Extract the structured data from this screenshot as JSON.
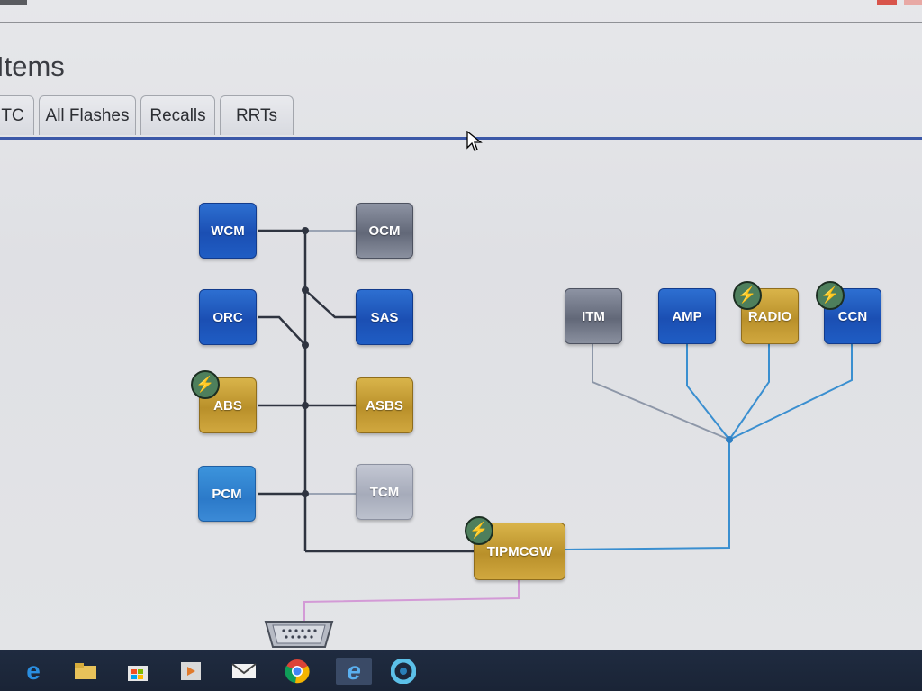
{
  "page": {
    "title": "Items",
    "tabs": [
      {
        "label": "TC"
      },
      {
        "label": "All Flashes"
      },
      {
        "label": "Recalls"
      },
      {
        "label": "RRTs"
      }
    ]
  },
  "modules": {
    "wcm": {
      "label": "WCM",
      "flash": false
    },
    "ocm": {
      "label": "OCM",
      "flash": false
    },
    "orc": {
      "label": "ORC",
      "flash": false
    },
    "sas": {
      "label": "SAS",
      "flash": false
    },
    "abs": {
      "label": "ABS",
      "flash": true
    },
    "asbs": {
      "label": "ASBS",
      "flash": false
    },
    "pcm": {
      "label": "PCM",
      "flash": false
    },
    "tcm": {
      "label": "TCM",
      "flash": false
    },
    "tipmcgw": {
      "label": "TIPMCGW",
      "flash": true
    },
    "itm": {
      "label": "ITM",
      "flash": false
    },
    "amp": {
      "label": "AMP",
      "flash": false
    },
    "radio": {
      "label": "RADIO",
      "flash": true
    },
    "ccn": {
      "label": "CCN",
      "flash": true
    }
  },
  "colors": {
    "tab_underline": "#3b58a8",
    "module_blue": "#1b4fb3",
    "module_gold": "#b9902a",
    "module_gray": "#626878",
    "flash_badge": "#4e7f5c",
    "bus_dark": "#2f3440",
    "bus_blue": "#3a8fd0",
    "bus_pink": "#d39ad6"
  },
  "icons": {
    "flash_badge": "lightning-bolt-icon",
    "diagnostic_connector": "obd-connector-icon",
    "cursor": "mouse-pointer-icon",
    "taskbar": [
      "edge-icon",
      "file-explorer-icon",
      "store-icon",
      "media-player-icon",
      "mail-icon",
      "chrome-icon",
      "internet-explorer-icon",
      "app-icon"
    ]
  }
}
